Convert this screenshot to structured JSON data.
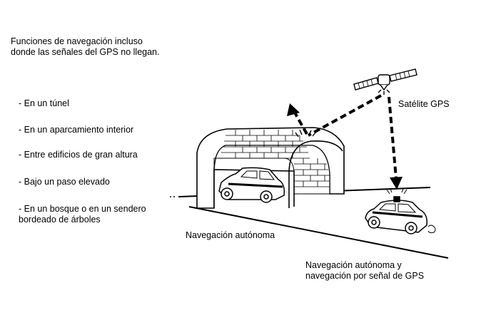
{
  "intro": {
    "line1": "Funciones de navegación incluso",
    "line2": "donde las señales del GPS no llegan."
  },
  "conditions": [
    {
      "line1": "- En un túnel"
    },
    {
      "line1": "- En un aparcamiento interior"
    },
    {
      "line1": "- Entre edificios de gran altura"
    },
    {
      "line1": "- Bajo un paso elevado"
    },
    {
      "line1": "- En un bosque o en un sendero",
      "line2": "bordeado de árboles"
    }
  ],
  "labels": {
    "satellite": "Satélite GPS",
    "autonomous": "Navegación autónoma",
    "combined_line1": "Navegación autónoma y",
    "combined_line2": "navegación por señal de GPS"
  }
}
